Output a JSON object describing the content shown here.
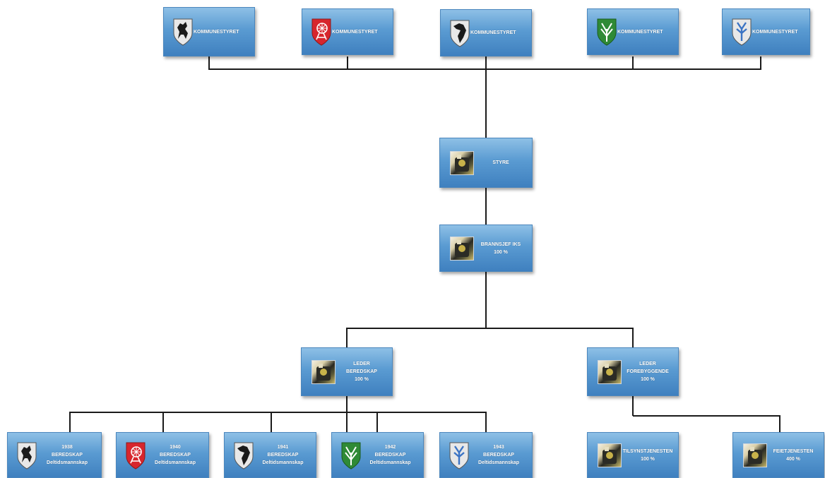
{
  "municipalities": [
    {
      "label": "KOMMUNESTYRET",
      "crest": "black-horse-crest-icon",
      "crest_color": "#e8e8e8",
      "figure_color": "#1a1a1a"
    },
    {
      "label": "KOMMUNESTYRET",
      "crest": "spinning-wheel-crest-icon",
      "crest_color": "#d7262d",
      "figure_color": "#ffffff"
    },
    {
      "label": "KOMMUNESTYRET",
      "crest": "raven-crest-icon",
      "crest_color": "#e8e8e8",
      "figure_color": "#1a1a1a"
    },
    {
      "label": "KOMMUNESTYRET",
      "crest": "green-leaf-crest-icon",
      "crest_color": "#2f8a36",
      "figure_color": "#ffffff"
    },
    {
      "label": "KOMMUNESTYRET",
      "crest": "blue-flower-crest-icon",
      "crest_color": "#e8e8e8",
      "figure_color": "#3c74c4"
    }
  ],
  "styre": {
    "label": "STYRE"
  },
  "brannsjef": {
    "line1": "BRANNSJEF IKS",
    "line2": "100 %"
  },
  "leder_beredskap": {
    "line1": "LEDER",
    "line2": "BEREDSKAP",
    "line3": "100 %"
  },
  "leder_forebyggende": {
    "line1": "LEDER",
    "line2": "FOREBYGGENDE",
    "line3": "100 %"
  },
  "stations": [
    {
      "number": "1938",
      "type": "BEREDSKAP",
      "staffing": "Deltidsmannskap",
      "crest": "black-horse-crest-icon",
      "crest_color": "#e8e8e8",
      "figure_color": "#1a1a1a"
    },
    {
      "number": "1940",
      "type": "BEREDSKAP",
      "staffing": "Deltidsmannskap",
      "crest": "spinning-wheel-crest-icon",
      "crest_color": "#d7262d",
      "figure_color": "#ffffff"
    },
    {
      "number": "1941",
      "type": "BEREDSKAP",
      "staffing": "Deltidsmannskap",
      "crest": "raven-crest-icon",
      "crest_color": "#e8e8e8",
      "figure_color": "#1a1a1a"
    },
    {
      "number": "1942",
      "type": "BEREDSKAP",
      "staffing": "Deltidsmannskap",
      "crest": "green-leaf-crest-icon",
      "crest_color": "#2f8a36",
      "figure_color": "#ffffff"
    },
    {
      "number": "1943",
      "type": "BEREDSKAP",
      "staffing": "Deltidsmannskap",
      "crest": "blue-flower-crest-icon",
      "crest_color": "#e8e8e8",
      "figure_color": "#3c74c4"
    }
  ],
  "tilsyn": {
    "line1": "TILSYNSTJENESTEN",
    "line2": "100 %"
  },
  "feie": {
    "line1": "FEIETJENESTEN",
    "line2": "400 %"
  },
  "colors": {
    "box_top": "#8ec0e6",
    "box_bottom": "#3f80bf",
    "connector": "#1a1a1a"
  }
}
